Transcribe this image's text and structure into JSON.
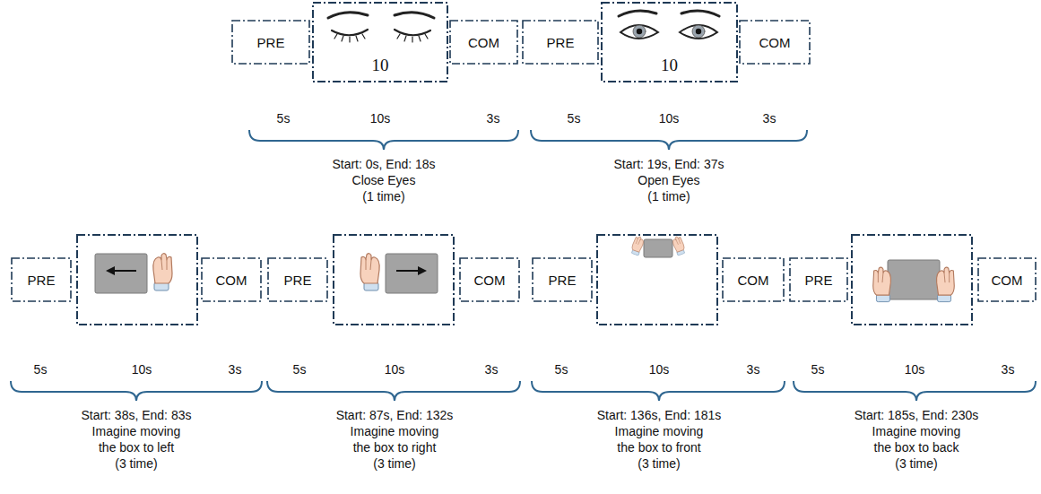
{
  "diagram": {
    "nodes": [
      {
        "text": [
          "PRE"
        ]
      },
      {
        "text": [
          "10"
        ]
      },
      {
        "text": [
          "COM"
        ]
      },
      {
        "text": [
          "PRE"
        ]
      },
      {
        "text": [
          "10"
        ]
      },
      {
        "text": [
          "COM"
        ]
      },
      {
        "text": [
          "PRE"
        ]
      },
      {
        "text": [
          "COM"
        ]
      },
      {
        "text": [
          "PRE"
        ]
      },
      {
        "text": [
          "COM"
        ]
      },
      {
        "text": [
          "PRE"
        ]
      },
      {
        "text": [
          "COM"
        ]
      },
      {
        "text": [
          "PRE"
        ]
      },
      {
        "text": [
          "COM"
        ]
      }
    ],
    "labels": [
      "5s",
      "10s",
      "3s",
      "Start: 0s, End: 18s",
      "Close Eyes",
      "(1 time)",
      "5s",
      "10s",
      "3s",
      "Start: 19s, End: 37s",
      "Open Eyes",
      "(1 time)",
      "5s",
      "10s",
      "3s",
      "Start: 38s, End: 83s",
      "Imagine moving the box to left",
      "(3 time)",
      "5s",
      "10s",
      "3s",
      "Start: 87s, End: 132s",
      "Imagine moving the box to right",
      "(3 time)",
      "5s",
      "10s",
      "3s",
      "Start: 136s, End: 181s",
      "Imagine moving the box to front",
      "(3 time)",
      "5s",
      "10s",
      "3s",
      "Start: 185s, End: 230s",
      "Imagine moving the box to back",
      "(3 time)"
    ]
  }
}
